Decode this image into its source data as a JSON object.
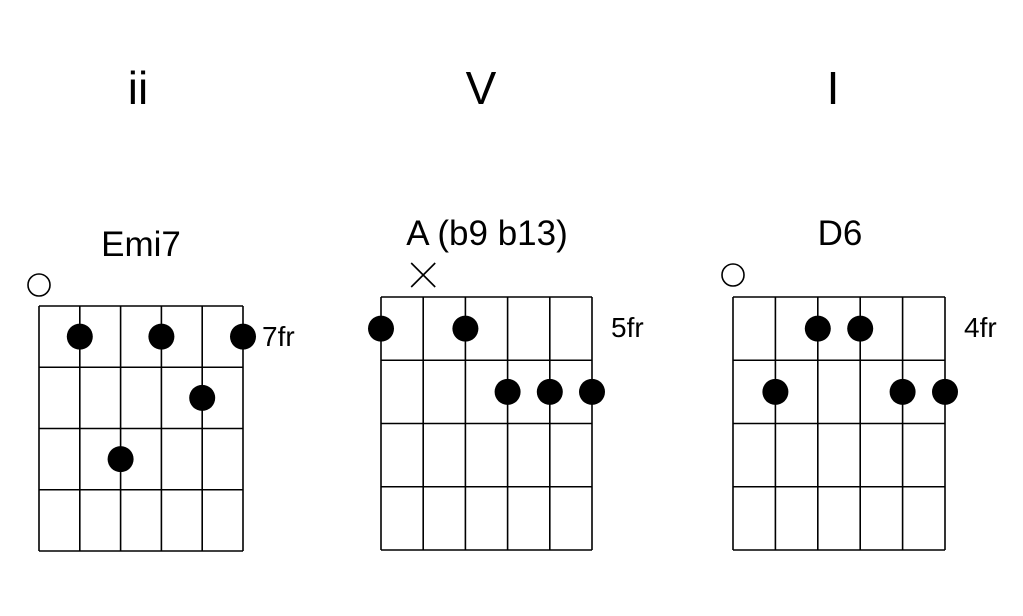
{
  "chords": [
    {
      "function": "ii",
      "name": "Emi7",
      "fret_label": "7fr",
      "string_markers": [
        "open",
        null,
        null,
        null,
        null,
        null
      ],
      "dots": [
        {
          "string": 2,
          "fret": 1
        },
        {
          "string": 4,
          "fret": 1
        },
        {
          "string": 6,
          "fret": 1
        },
        {
          "string": 5,
          "fret": 2
        },
        {
          "string": 3,
          "fret": 3
        }
      ]
    },
    {
      "function": "V",
      "name": "A (b9 b13)",
      "fret_label": "5fr",
      "string_markers": [
        null,
        "muted",
        null,
        null,
        null,
        null
      ],
      "dots": [
        {
          "string": 1,
          "fret": 1
        },
        {
          "string": 3,
          "fret": 1
        },
        {
          "string": 4,
          "fret": 2
        },
        {
          "string": 5,
          "fret": 2
        },
        {
          "string": 6,
          "fret": 2
        }
      ]
    },
    {
      "function": "I",
      "name": "D6",
      "fret_label": "4fr",
      "string_markers": [
        "open",
        null,
        null,
        null,
        null,
        null
      ],
      "dots": [
        {
          "string": 3,
          "fret": 1
        },
        {
          "string": 4,
          "fret": 1
        },
        {
          "string": 2,
          "fret": 2
        },
        {
          "string": 5,
          "fret": 2
        },
        {
          "string": 6,
          "fret": 2
        }
      ]
    }
  ]
}
